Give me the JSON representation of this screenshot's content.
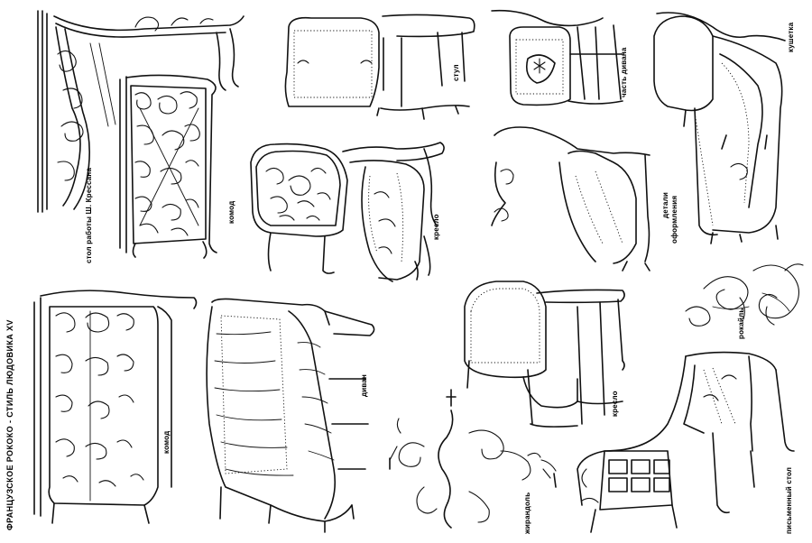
{
  "sheet_title": "ФРАНЦУЗСКОЕ РОКОКО - СТИЛЬ ЛЮДОВИКА XV",
  "labels": {
    "table_cressent": "стол работы Ш. Крессана",
    "commode_top": "комод",
    "armchair_1": "кресло",
    "chair": "стул",
    "sofa_part": "часть дивана",
    "couchette": "кушетка",
    "details": "детали",
    "details_2": "оформления",
    "rocaille": "рокайль",
    "armchair_2": "кресло",
    "commode_bottom": "комод",
    "sofa": "диван",
    "girandole": "жирандоль",
    "writing_desk": "письменный стол"
  }
}
